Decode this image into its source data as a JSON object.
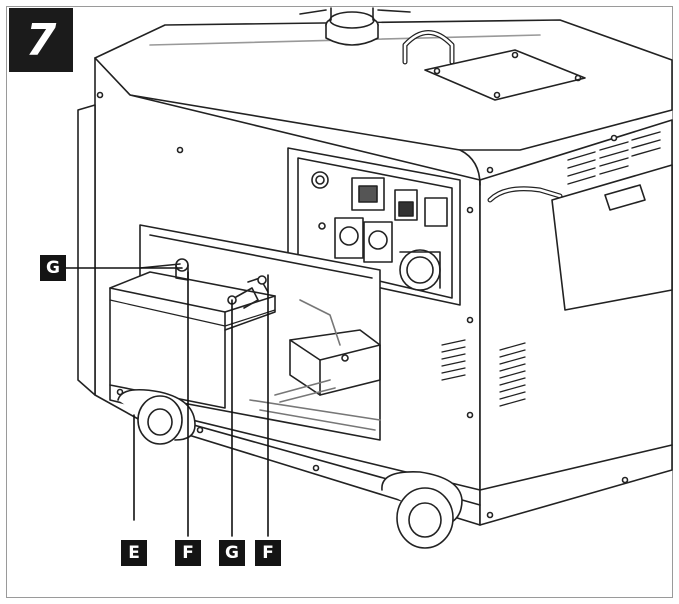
{
  "figure": {
    "number": "7"
  },
  "callouts": {
    "g_top": "G",
    "e": "E",
    "f_left": "F",
    "g_bottom": "G",
    "f_right": "F"
  }
}
